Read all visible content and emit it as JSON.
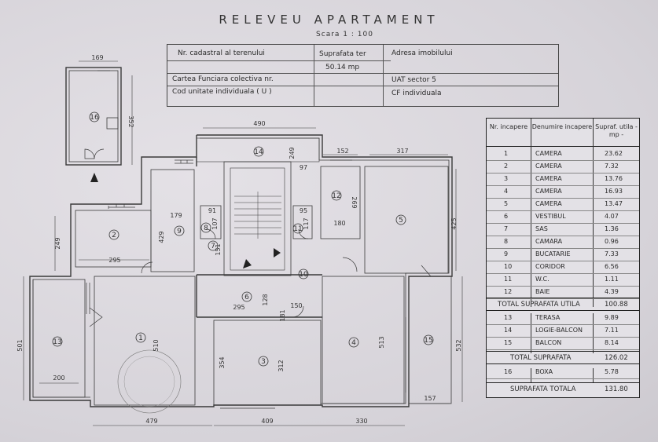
{
  "plan": {
    "title": "RELEVEU APARTAMENT",
    "scale": "Scara 1 : 100"
  },
  "info": {
    "cadastral_label": "Nr. cadastral al terenului",
    "surface_label": "Suprafata ter",
    "surface_value": "50.14 mp",
    "address_label": "Adresa imobilului",
    "land_book_label": "Cartea Funciara colectiva nr.",
    "uat_label": "UAT   sector 5",
    "unit_code_label": "Cod unitate individuala ( U )",
    "cf_label": "CF individuala"
  },
  "legend": {
    "headers": [
      "Nr. incapere",
      "Denumire incapere",
      "Supraf. utila - mp -"
    ],
    "rows": [
      {
        "nr": "1",
        "name": "CAMERA",
        "area": "23.62"
      },
      {
        "nr": "2",
        "name": "CAMERA",
        "area": "7.32"
      },
      {
        "nr": "3",
        "name": "CAMERA",
        "area": "13.76"
      },
      {
        "nr": "4",
        "name": "CAMERA",
        "area": "16.93"
      },
      {
        "nr": "5",
        "name": "CAMERA",
        "area": "13.47"
      },
      {
        "nr": "6",
        "name": "VESTIBUL",
        "area": "4.07"
      },
      {
        "nr": "7",
        "name": "SAS",
        "area": "1.36"
      },
      {
        "nr": "8",
        "name": "CAMARA",
        "area": "0.96"
      },
      {
        "nr": "9",
        "name": "BUCATARIE",
        "area": "7.33"
      },
      {
        "nr": "10",
        "name": "CORIDOR",
        "area": "6.56"
      },
      {
        "nr": "11",
        "name": "W.C.",
        "area": "1.11"
      },
      {
        "nr": "12",
        "name": "BAIE",
        "area": "4.39"
      }
    ],
    "total_util_label": "TOTAL  SUPRAFATA UTILA",
    "total_util_value": "100.88",
    "rows2": [
      {
        "nr": "13",
        "name": "TERASA",
        "area": "9.89"
      },
      {
        "nr": "14",
        "name": "LOGIE-BALCON",
        "area": "7.11"
      },
      {
        "nr": "15",
        "name": "BALCON",
        "area": "8.14"
      }
    ],
    "total_label": "TOTAL  SUPRAFATA",
    "total_value": "126.02",
    "rows3": [
      {
        "nr": "16",
        "name": "BOXA",
        "area": "5.78"
      }
    ],
    "grand_label": "SUPRAFATA TOTALA",
    "grand_value": "131.80"
  },
  "room_numbers": [
    "1",
    "2",
    "3",
    "4",
    "5",
    "6",
    "7",
    "8",
    "9",
    "10",
    "11",
    "12",
    "13",
    "14",
    "15",
    "16"
  ],
  "dimensions": {
    "boxa_width": "169",
    "boxa_height": "352",
    "top_width": "490",
    "d249a": "249",
    "d97": "97",
    "d152": "152",
    "d317": "317",
    "d269": "269",
    "d180": "180",
    "d425": "425",
    "d179": "179",
    "d429": "429",
    "d91": "91",
    "d107": "107",
    "d151": "151",
    "d95": "95",
    "d117": "117",
    "d249b": "249",
    "d295a": "295",
    "d128": "128",
    "d295b": "295",
    "d150": "150",
    "d181": "181",
    "d510": "510",
    "d354": "354",
    "d312": "312",
    "d513": "513",
    "d532": "532",
    "d200": "200",
    "d157": "157",
    "d501": "501",
    "d479": "479",
    "d409": "409",
    "d330": "330"
  }
}
